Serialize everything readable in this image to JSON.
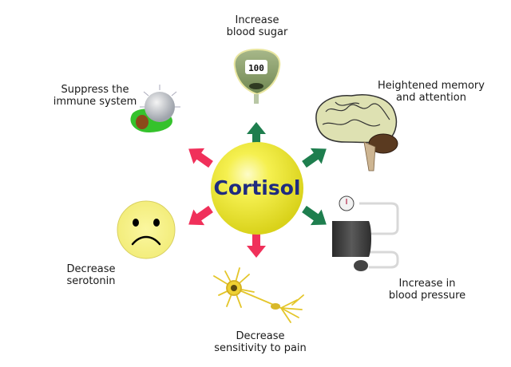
{
  "diagram": {
    "center": {
      "label": "Cortisol",
      "fill": "#f0ec3c",
      "text_color": "#1f2b80"
    },
    "effects": [
      {
        "id": "blood-sugar",
        "line1": "Increase",
        "line2": "blood sugar",
        "direction": "up",
        "arrow_color": "#1e7e4e",
        "icon": "glucose-meter-icon",
        "meter_reading": "100"
      },
      {
        "id": "memory",
        "line1": "Heightened memory",
        "line2": "and attention",
        "direction": "up-right",
        "arrow_color": "#1e7e4e",
        "icon": "brain-icon"
      },
      {
        "id": "blood-pressure",
        "line1": "Increase in",
        "line2": "blood pressure",
        "direction": "down-right",
        "arrow_color": "#1e7e4e",
        "icon": "blood-pressure-cuff-icon"
      },
      {
        "id": "pain",
        "line1": "Decrease",
        "line2": "sensitivity to pain",
        "direction": "down",
        "arrow_color": "#f0305a",
        "icon": "neuron-icon"
      },
      {
        "id": "serotonin",
        "line1": "Decrease",
        "line2": "serotonin",
        "direction": "down-left",
        "arrow_color": "#f0305a",
        "icon": "sad-face-icon"
      },
      {
        "id": "immune",
        "line1": "Suppress the",
        "line2": "immune system",
        "direction": "up-left",
        "arrow_color": "#f0305a",
        "icon": "immune-cell-icon"
      }
    ]
  }
}
